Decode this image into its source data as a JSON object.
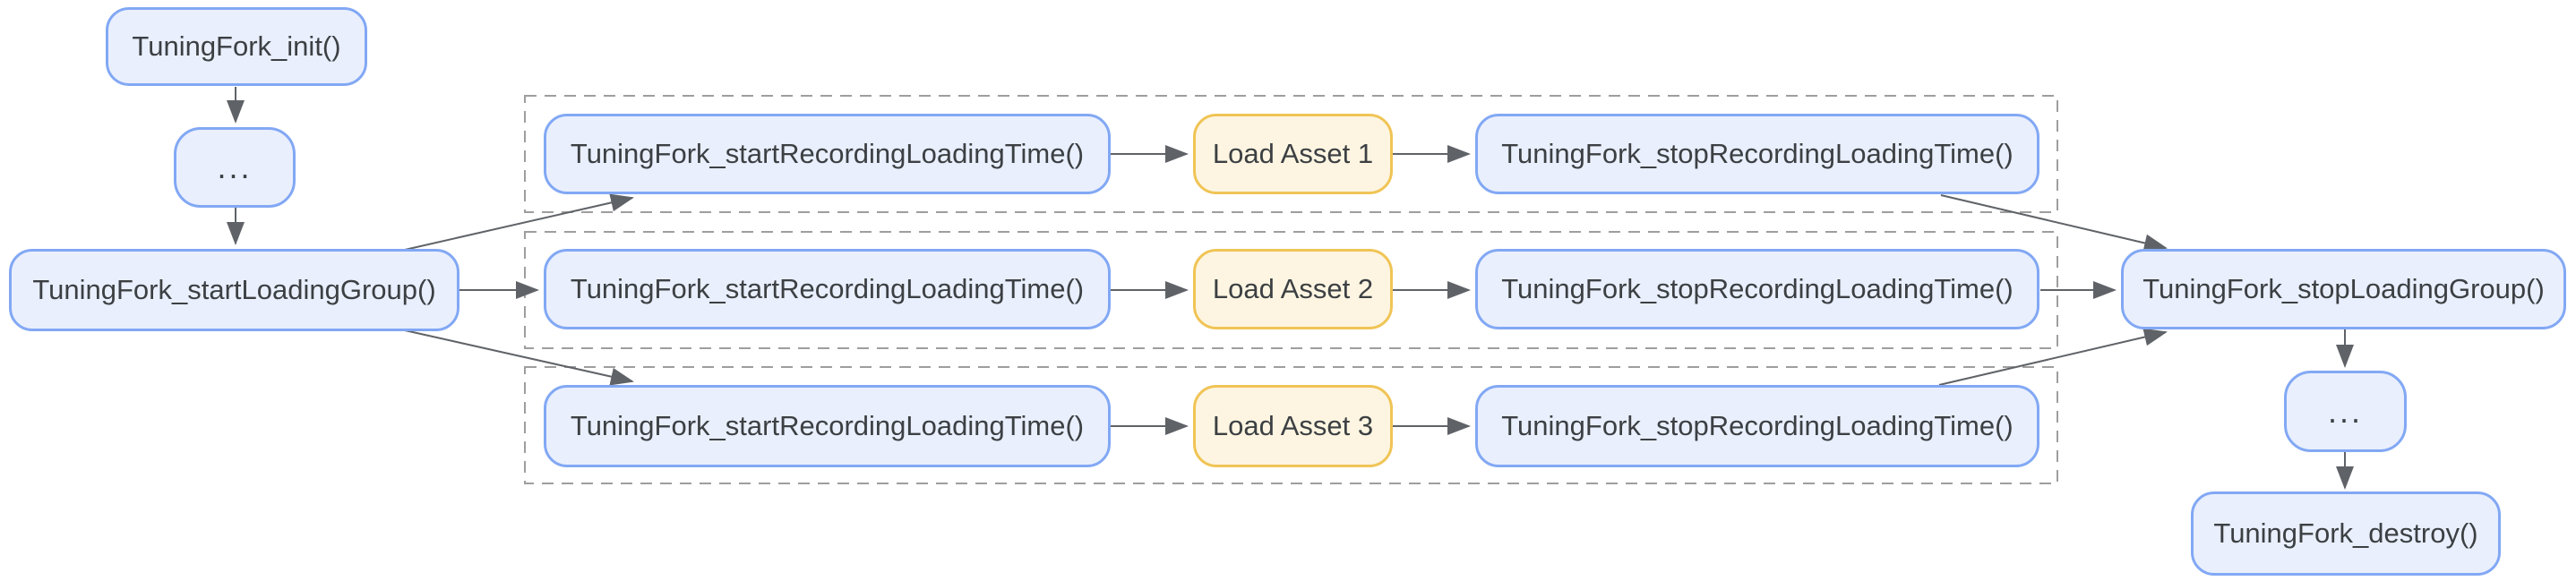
{
  "nodes": {
    "init": "TuningFork_init()",
    "ellipsis_after_init": "...",
    "start_loading_group": "TuningFork_startLoadingGroup()",
    "stop_loading_group": "TuningFork_stopLoadingGroup()",
    "ellipsis_before_destroy": "...",
    "destroy": "TuningFork_destroy()"
  },
  "rows": [
    {
      "start_recording": "TuningFork_startRecordingLoadingTime()",
      "load_asset": "Load Asset 1",
      "stop_recording": "TuningFork_stopRecordingLoadingTime()"
    },
    {
      "start_recording": "TuningFork_startRecordingLoadingTime()",
      "load_asset": "Load Asset 2",
      "stop_recording": "TuningFork_stopRecordingLoadingTime()"
    },
    {
      "start_recording": "TuningFork_startRecordingLoadingTime()",
      "load_asset": "Load Asset 3",
      "stop_recording": "TuningFork_stopRecordingLoadingTime()"
    }
  ],
  "colors": {
    "node_fill": "#e9effd",
    "node_border": "#82a8f4",
    "asset_fill": "#fdf5e1",
    "asset_border": "#f0c455",
    "arrow_color": "#5f6368",
    "frame_color": "#9e9e9e",
    "text_color": "#3c4043",
    "bg_color": "#ffffff"
  }
}
